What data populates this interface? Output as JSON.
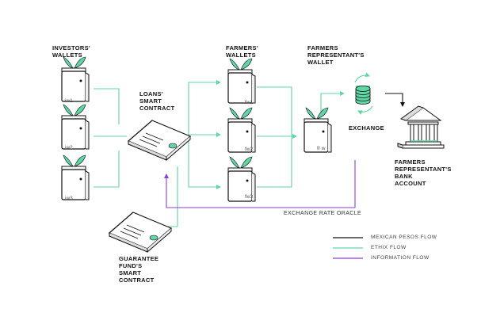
{
  "labels": {
    "investors_wallets": [
      "INVESTORS'",
      "WALLETS"
    ],
    "loans_contract": [
      "LOANS'",
      "SMART",
      "CONTRACT"
    ],
    "farmers_wallets": [
      "FARMERS'",
      "WALLETS"
    ],
    "rep_wallet": [
      "FARMERS",
      "REPRESENTANT'S",
      "WALLET"
    ],
    "exchange": "EXCHANGE",
    "bank_account": [
      "FARMERS",
      "REPRESENTANT'S",
      "BANK",
      "ACCOUNT"
    ],
    "guarantee_contract": [
      "GUARANTEE",
      "FUND'S",
      "SMART",
      "CONTRACT"
    ],
    "oracle": "EXCHANGE RATE ORACLE"
  },
  "wallets": {
    "investors": [
      "iw1",
      "iw2",
      "iw3"
    ],
    "farmers": [
      "fw1",
      "fw2",
      "fw3"
    ],
    "representant": "fr w"
  },
  "legend": [
    {
      "label": "MEXICAN PESOS FLOW",
      "color": "#111111"
    },
    {
      "label": "ETHIX FLOW",
      "color": "#5fd6a4"
    },
    {
      "label": "INFORMATION FLOW",
      "color": "#8a3fe0"
    }
  ],
  "colors": {
    "accent": "#5fd6a4",
    "info": "#8a3fe0",
    "ink": "#111111"
  }
}
